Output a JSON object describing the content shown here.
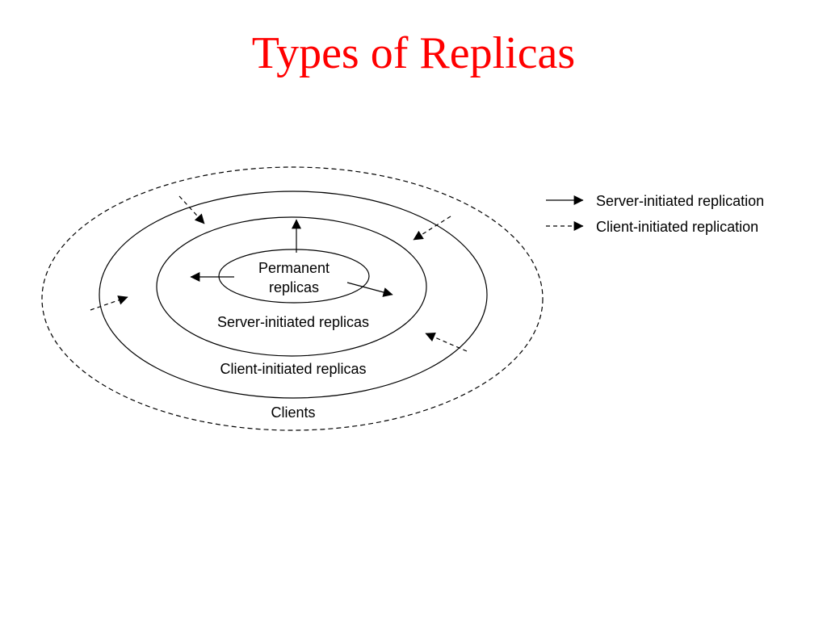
{
  "slide": {
    "title": "Types of Replicas"
  },
  "diagram": {
    "rings": {
      "permanent_line1": "Permanent",
      "permanent_line2": "replicas",
      "server_initiated": "Server-initiated replicas",
      "client_initiated": "Client-initiated replicas",
      "clients": "Clients"
    },
    "legend": {
      "server_initiated": "Server-initiated replication",
      "client_initiated": "Client-initiated replication"
    }
  },
  "colors": {
    "title": "#ff0000",
    "lines": "#000000",
    "background": "#ffffff"
  }
}
